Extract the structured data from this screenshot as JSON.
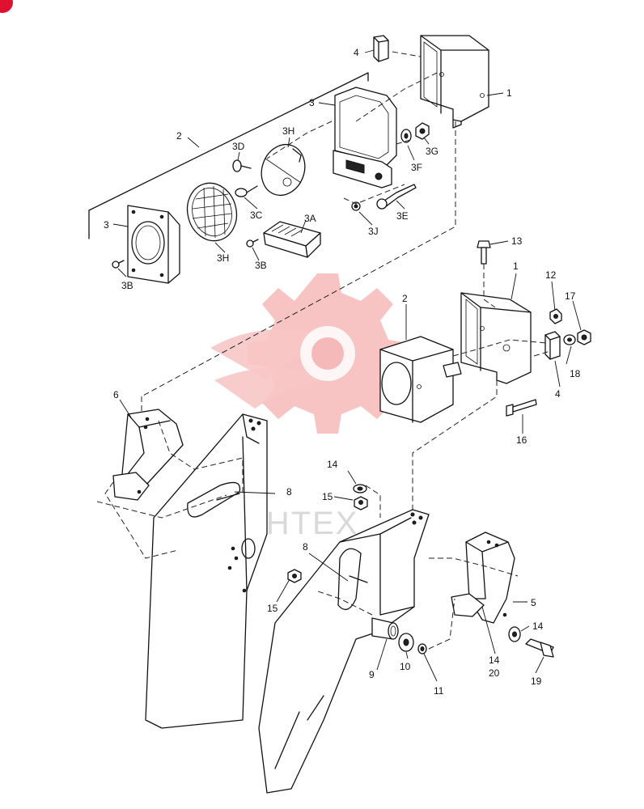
{
  "watermark": {
    "text": "ИНТЕХ",
    "color": "#f6b9b9"
  },
  "corner_badge_color": "#e0102f",
  "labels": {
    "l1a": "1",
    "l1b": "1",
    "l2a": "2",
    "l2b": "2",
    "l3a": "3",
    "l3b": "3",
    "l3A": "3A",
    "l3B1": "3B",
    "l3B2": "3B",
    "l3C": "3C",
    "l3D": "3D",
    "l3E": "3E",
    "l3F": "3F",
    "l3G": "3G",
    "l3H1": "3H",
    "l3H2": "3H",
    "l3J": "3J",
    "l4a": "4",
    "l4b": "4",
    "l5": "5",
    "l6": "6",
    "l8a": "8",
    "l8b": "8",
    "l9": "9",
    "l10": "10",
    "l11": "11",
    "l12": "12",
    "l13": "13",
    "l14a": "14",
    "l14b": "14",
    "l14c": "14",
    "l15a": "15",
    "l15b": "15",
    "l16": "16",
    "l17": "17",
    "l18": "18",
    "l19": "19",
    "l20": "20"
  }
}
